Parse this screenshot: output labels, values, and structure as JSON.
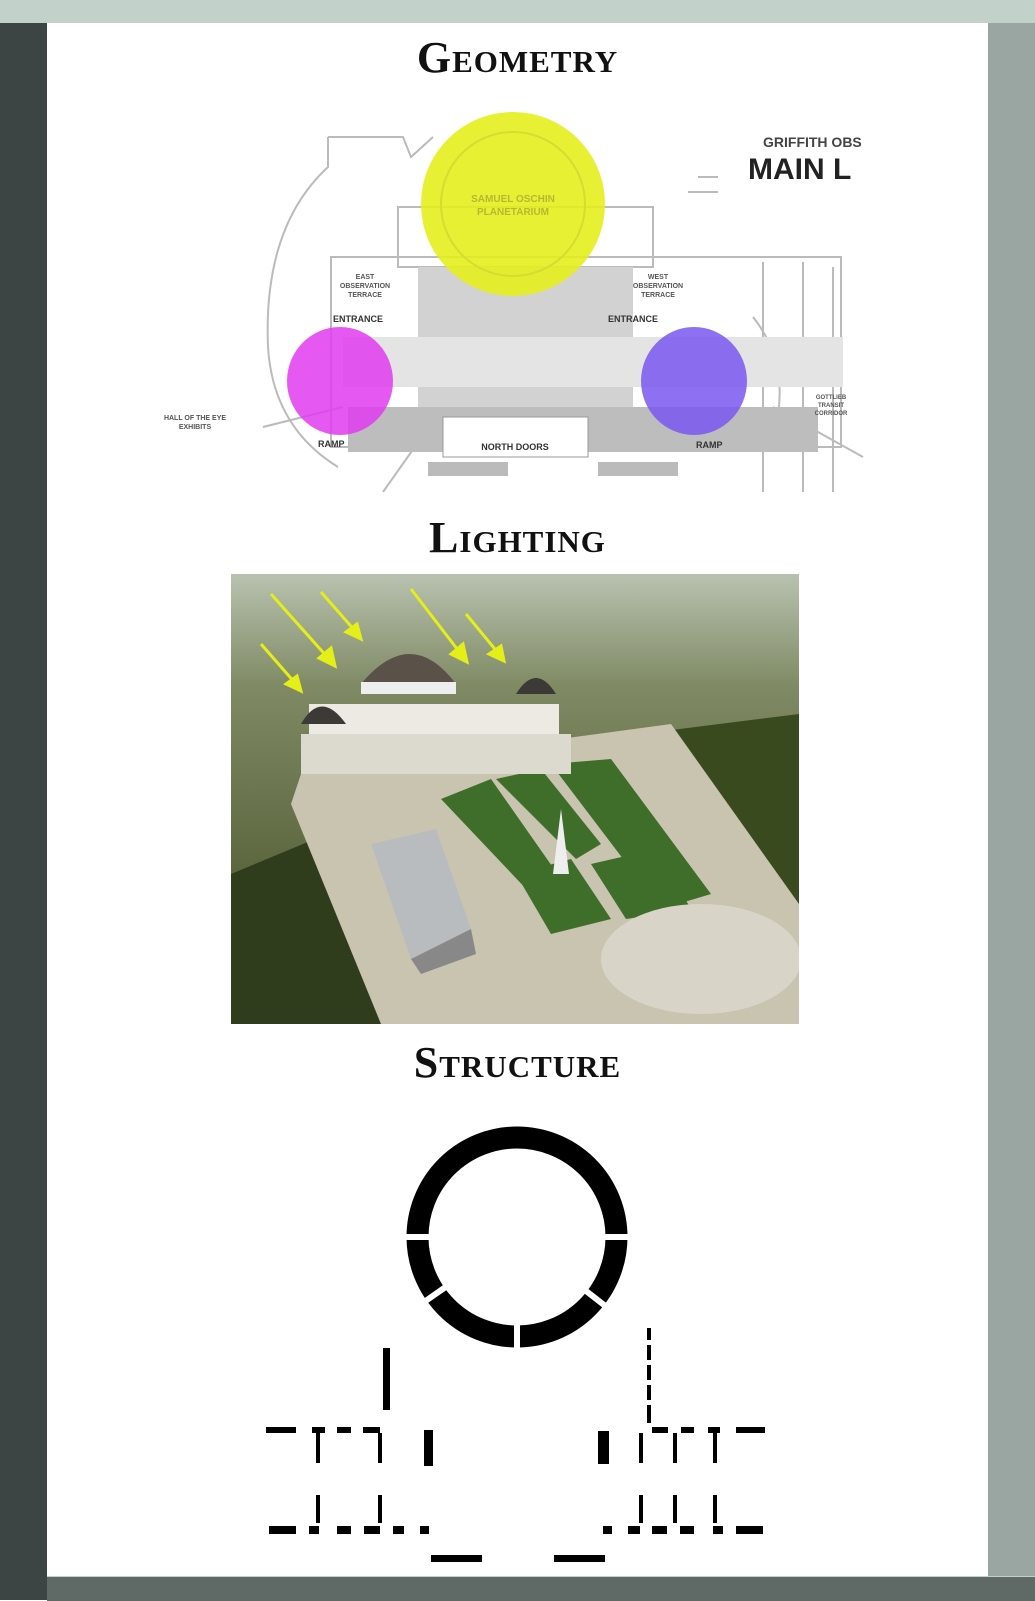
{
  "sections": {
    "geometry": {
      "title": "Geometry"
    },
    "lighting": {
      "title": "Lighting"
    },
    "structure": {
      "title": "Structure"
    }
  },
  "floor_plan": {
    "header_small": "GRIFFITH OBS",
    "header_large": "MAIN L",
    "planetarium_label_1": "SAMUEL OSCHIN",
    "planetarium_label_2": "PLANETARIUM",
    "east_terrace_1": "EAST",
    "east_terrace_2": "OBSERVATION",
    "east_terrace_3": "TERRACE",
    "west_terrace_1": "WEST",
    "west_terrace_2": "OBSERVATION",
    "west_terrace_3": "TERRACE",
    "entrance_left": "ENTRANCE",
    "entrance_right": "ENTRANCE",
    "ramp_left": "RAMP",
    "ramp_right": "RAMP",
    "hall_1": "HALL OF THE EYE",
    "hall_2": "EXHIBITS",
    "north_doors": "NORTH DOORS",
    "gottlieb_1": "GOTTLIEB",
    "gottlieb_2": "TRANSIT",
    "gottlieb_3": "CORRIDOR",
    "highlight_colors": {
      "planetarium": "#e6ee1e",
      "east": "#e03cf0",
      "west": "#7a58f0"
    }
  },
  "colors": {
    "top_bar": "#c3d1cb",
    "left_bar": "#3c4444",
    "right_bar": "#99a6a2",
    "bottom_bar": "#5f6a66",
    "arrow": "#e4ef1a"
  }
}
